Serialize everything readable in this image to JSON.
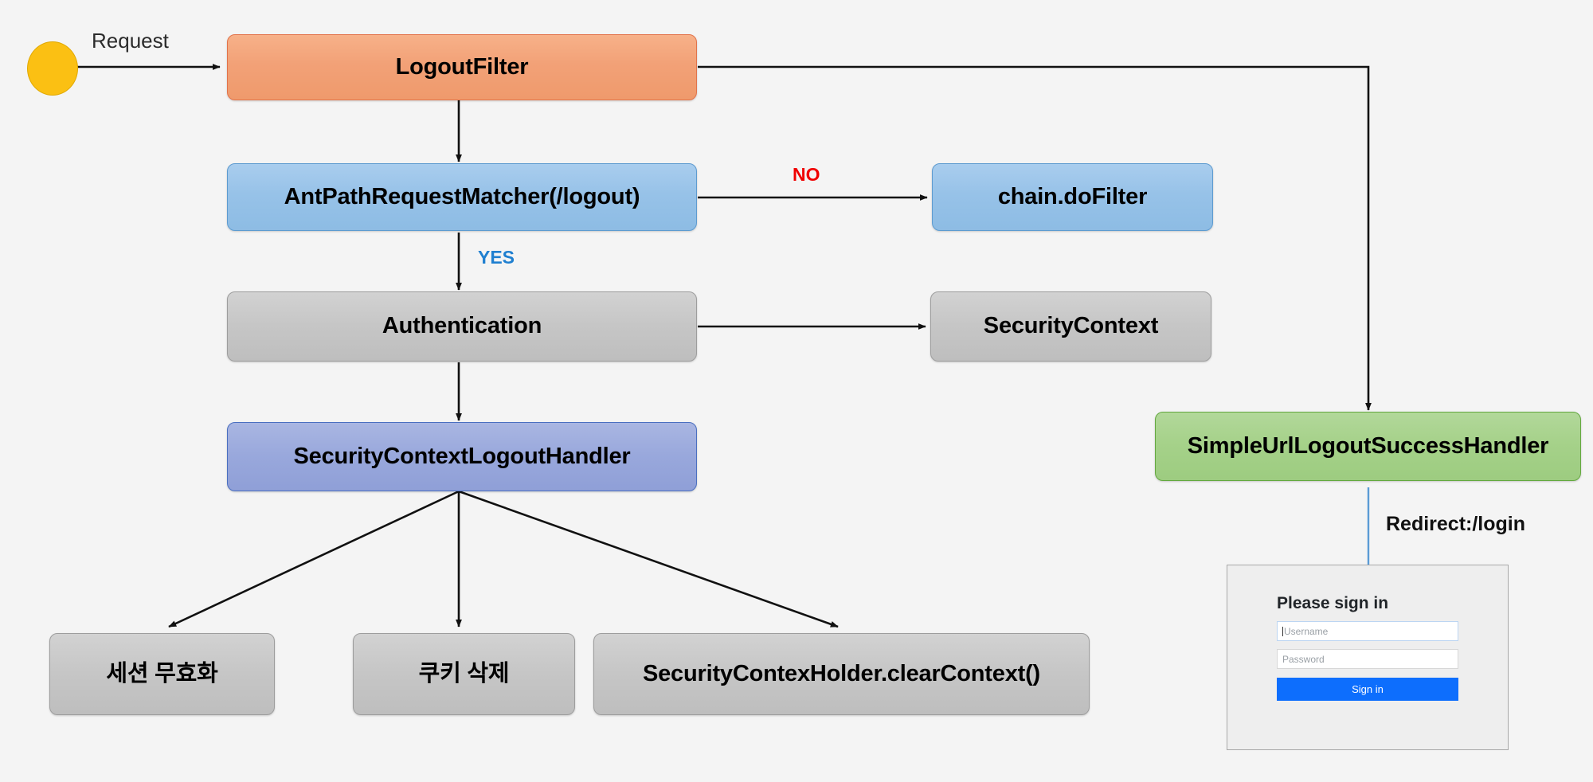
{
  "diagram": {
    "title": "Spring Security LogoutFilter flow",
    "background_color": "#f4f4f4",
    "start_node": {
      "name": "start",
      "color": "#fbc013"
    },
    "nodes": [
      {
        "id": "logout-filter",
        "label": "LogoutFilter",
        "style": "orange"
      },
      {
        "id": "ant-path-request-matcher",
        "label": "AntPathRequestMatcher(/logout)",
        "style": "blue"
      },
      {
        "id": "chain-dofilter",
        "label": "chain.doFilter",
        "style": "blue"
      },
      {
        "id": "authentication",
        "label": "Authentication",
        "style": "gray"
      },
      {
        "id": "security-context",
        "label": "SecurityContext",
        "style": "gray"
      },
      {
        "id": "security-context-logout-handler",
        "label": "SecurityContextLogoutHandler",
        "style": "indigo"
      },
      {
        "id": "simple-url-logout-success-handler",
        "label": "SimpleUrlLogoutSuccessHandler",
        "style": "green"
      },
      {
        "id": "session-invalidate",
        "label": "세션 무효화",
        "style": "gray"
      },
      {
        "id": "cookie-delete",
        "label": "쿠키 삭제",
        "style": "gray"
      },
      {
        "id": "clear-context",
        "label": "SecurityContexHolder.clearContext()",
        "style": "gray"
      }
    ],
    "edge_labels": {
      "request": "Request",
      "no": "NO",
      "yes": "YES",
      "redirect": "Redirect:/login"
    },
    "edge_label_colors": {
      "no": "#f00000",
      "yes": "#1f7fd0",
      "redirect": "#111111",
      "request": "#2b2b2b"
    }
  },
  "login_form": {
    "heading": "Please sign in",
    "username_placeholder": "Username",
    "password_placeholder": "Password",
    "submit_label": "Sign in",
    "button_color": "#0d6efd"
  }
}
